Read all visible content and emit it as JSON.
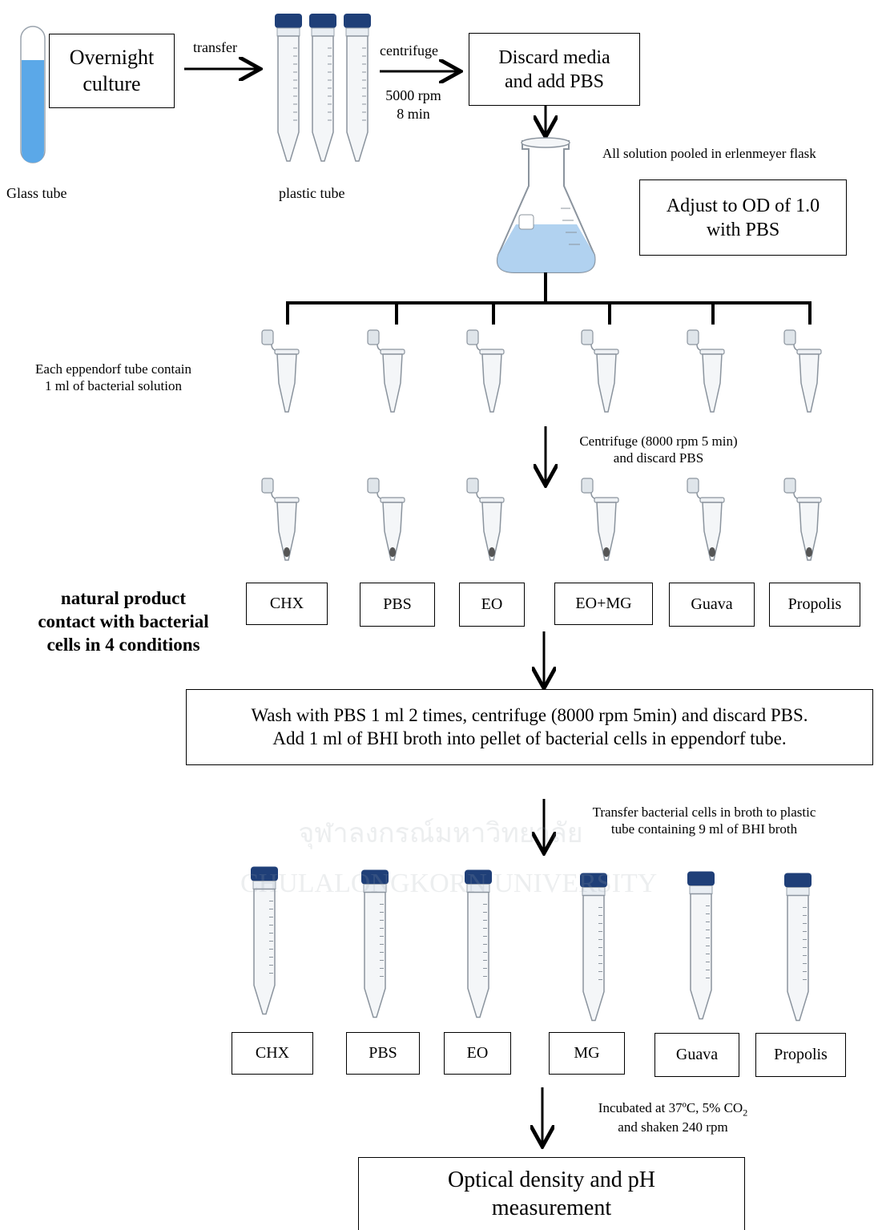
{
  "glass_tube_label": "Glass tube",
  "plastic_tube_label": "plastic tube",
  "overnight_box": [
    "Overnight",
    "culture"
  ],
  "transfer_label": "transfer",
  "centrifuge_label": "centrifuge",
  "centrifuge_params": [
    "5000 rpm",
    "8 min"
  ],
  "discard_box": [
    "Discard media",
    "and add PBS"
  ],
  "flask_note": "All solution pooled in erlenmeyer flask",
  "adjust_box": [
    "Adjust to OD of 1.0",
    "with PBS"
  ],
  "eppendorf_note": [
    "Each eppendorf tube contain",
    "1 ml of bacterial solution"
  ],
  "centrifuge2_note": [
    "Centrifuge (8000 rpm 5 min)",
    "and discard PBS"
  ],
  "natural_product_note": [
    "natural product",
    "contact with bacterial",
    "cells in 4 conditions"
  ],
  "conditions_row1": [
    "CHX",
    "PBS",
    "EO",
    "EO+MG",
    "Guava",
    "Propolis"
  ],
  "wash_box": [
    "Wash with PBS 1 ml 2 times, centrifuge (8000 rpm 5min) and discard PBS.",
    "Add 1 ml of BHI broth into pellet of bacterial cells in eppendorf tube."
  ],
  "transfer_note": [
    "Transfer bacterial cells in broth to plastic",
    "tube containing 9 ml of BHI broth"
  ],
  "conditions_row2": [
    "CHX",
    "PBS",
    "EO",
    "MG",
    "Guava",
    "Propolis"
  ],
  "incubate_note": [
    "Incubated at 37ºC, 5% CO",
    "2",
    "and shaken 240 rpm"
  ],
  "final_box": [
    "Optical density and pH",
    "measurement"
  ],
  "watermark_text": [
    "จุฬาลงกรณ์มหาวิทยาลัย",
    "CHULALONGKORN UNIVERSITY"
  ],
  "colors": {
    "liquid": "#5ba8e8",
    "flask_liquid": "#a9cdee",
    "cap": "#1f3f78",
    "line": "#000000"
  }
}
